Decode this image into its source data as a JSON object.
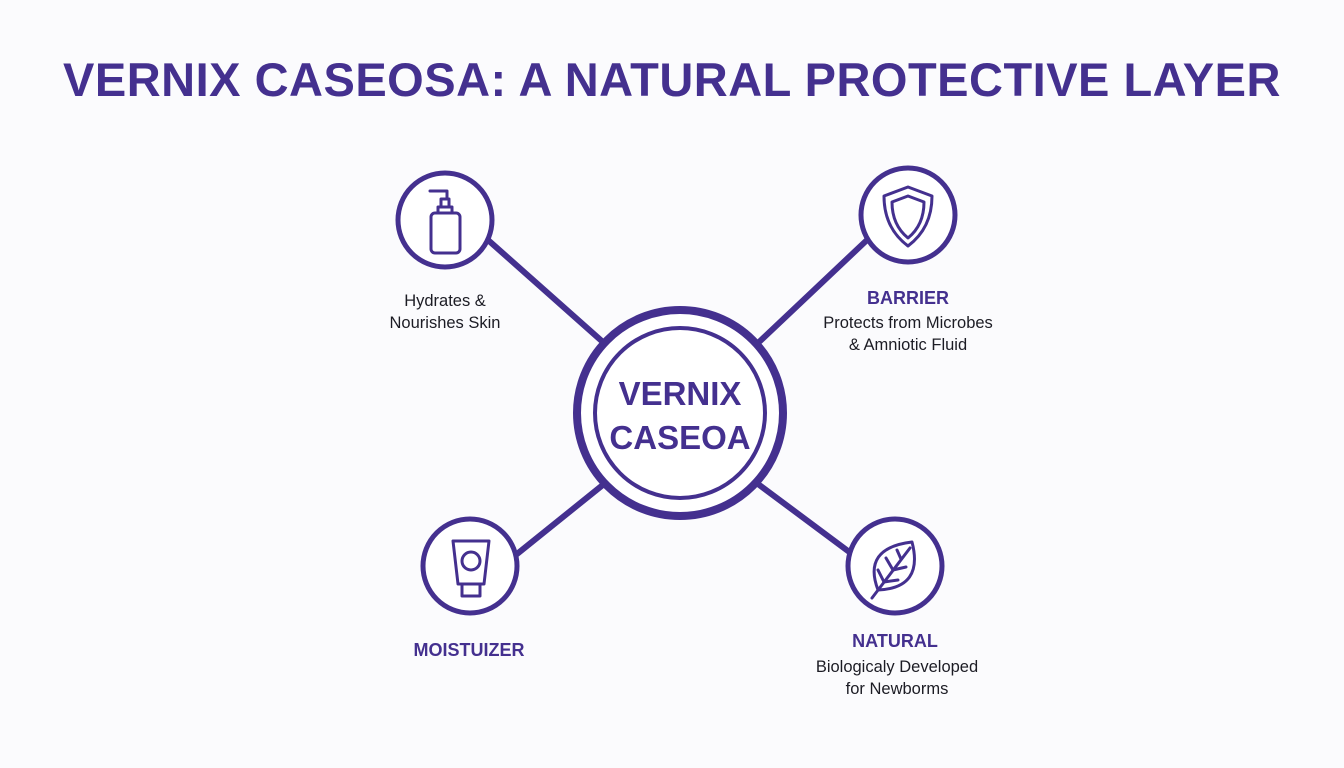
{
  "title": "VERNIX CASEOSA: A NATURAL PROTECTIVE LAYER",
  "colors": {
    "accent": "#44308f",
    "text": "#1c1c24",
    "background": "#fbfbfd"
  },
  "center": {
    "line1": "VERNIX",
    "line2": "CASEOA"
  },
  "nodes": {
    "hydrates": {
      "icon": "pump-bottle-icon",
      "line1": "Hydrates &",
      "line2": "Nourishes Skin"
    },
    "barrier": {
      "icon": "shield-icon",
      "heading": "BARRIER",
      "line1": "Protects from Microbes",
      "line2": "& Amniotic Fluid"
    },
    "moisturizer": {
      "icon": "cream-tube-icon",
      "heading": "MOISTUIZER"
    },
    "natural": {
      "icon": "leaf-icon",
      "heading": "NATURAL",
      "line1": "Biologicaly Developed",
      "line2": "for Newborms"
    }
  }
}
